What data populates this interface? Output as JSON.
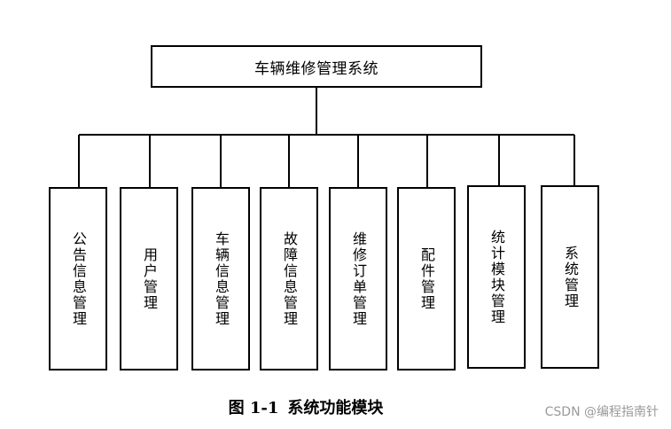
{
  "diagram": {
    "root": "车辆维修管理系统",
    "modules": [
      "公告信息管理",
      "用户管理",
      "车辆信息管理",
      "故障信息管理",
      "维修订单管理",
      "配件管理",
      "统计模块管理",
      "系统管理"
    ],
    "caption_number": "图 1-1",
    "caption_text": "系统功能模块"
  },
  "watermark": "CSDN @编程指南针"
}
